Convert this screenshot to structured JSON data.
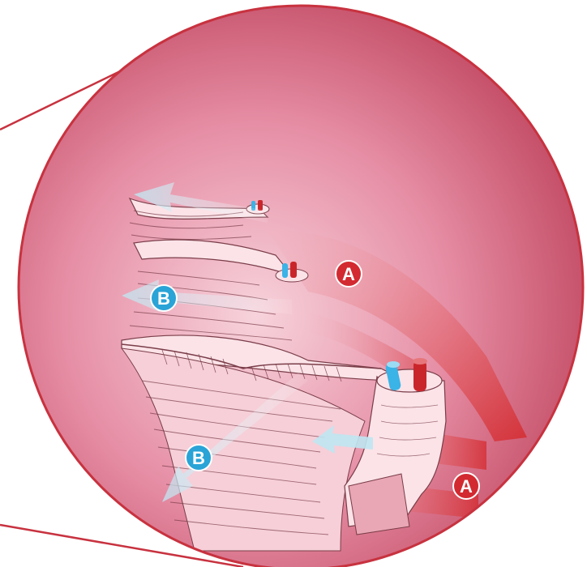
{
  "labels": {
    "a_top": "A",
    "a_bottom": "A",
    "b_top": "B",
    "b_bottom": "B"
  },
  "colors": {
    "circle_outline": "#c8323f",
    "circle_fill_center": "#f4c3cf",
    "circle_fill_edge": "#c24a63",
    "zoom_lines": "#c8323f",
    "membrane": "#fbe3e8",
    "membrane_stroke": "#7a3d48",
    "arrow_a": "#d52a2e",
    "arrow_b": "#bfe6f2",
    "badge_a": "#d22a30",
    "badge_b": "#2aa3d6",
    "artery": "#c9262c",
    "vein": "#3ab3e6"
  }
}
